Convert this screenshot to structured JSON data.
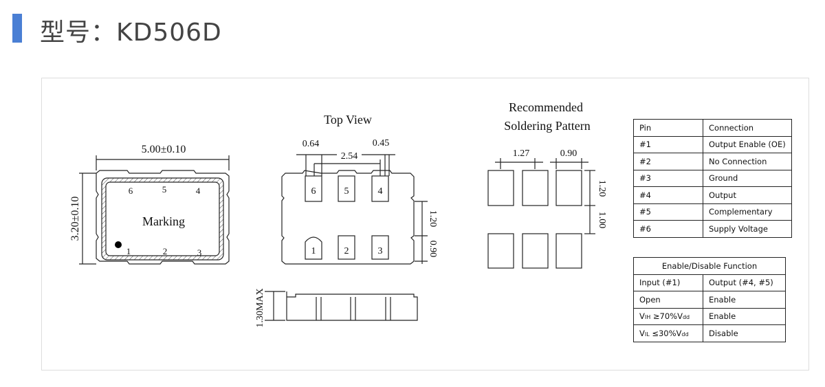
{
  "header": {
    "title": "型号：KD506D",
    "accent_color": "#4a7fd4"
  },
  "drawing": {
    "width_dim": "5.00±0.10",
    "height_dim": "3.20±0.10",
    "marking": "Marking",
    "top_pins": [
      "6",
      "5",
      "4"
    ],
    "bottom_pins": [
      "1",
      "2",
      "3"
    ],
    "top_view_title": "Top View",
    "dim_064": "0.64",
    "dim_045": "0.45",
    "dim_254": "2.54",
    "dim_120": "1.20",
    "dim_090": "0.90",
    "side_height": "1.30MAX",
    "solder_title_1": "Recommended",
    "solder_title_2": "Soldering Pattern",
    "solder_127": "1.27",
    "solder_090": "0.90",
    "solder_120": "1.20",
    "solder_100": "1.00"
  },
  "pin_table": {
    "headers": [
      "Pin",
      "Connection"
    ],
    "rows": [
      [
        "#1",
        "Output Enable (OE)"
      ],
      [
        "#2",
        "No Connection"
      ],
      [
        "#3",
        "Ground"
      ],
      [
        "#4",
        "Output"
      ],
      [
        "#5",
        "Complementary"
      ],
      [
        "#6",
        "Supply Voltage"
      ]
    ]
  },
  "enable_table": {
    "title": "Enable/Disable Function",
    "headers": [
      "Input (#1)",
      "Output (#4, #5)"
    ],
    "rows": [
      {
        "v": "V",
        "sub": "IH",
        "rest": " ≥70%V",
        "sub2": "dd",
        "out": "Enable",
        "plain": null
      },
      {
        "v": "V",
        "sub": "IL",
        "rest": " ≤30%V",
        "sub2": "dd",
        "out": "Disable"
      }
    ],
    "open_label": "Open",
    "open_out": "Enable"
  }
}
